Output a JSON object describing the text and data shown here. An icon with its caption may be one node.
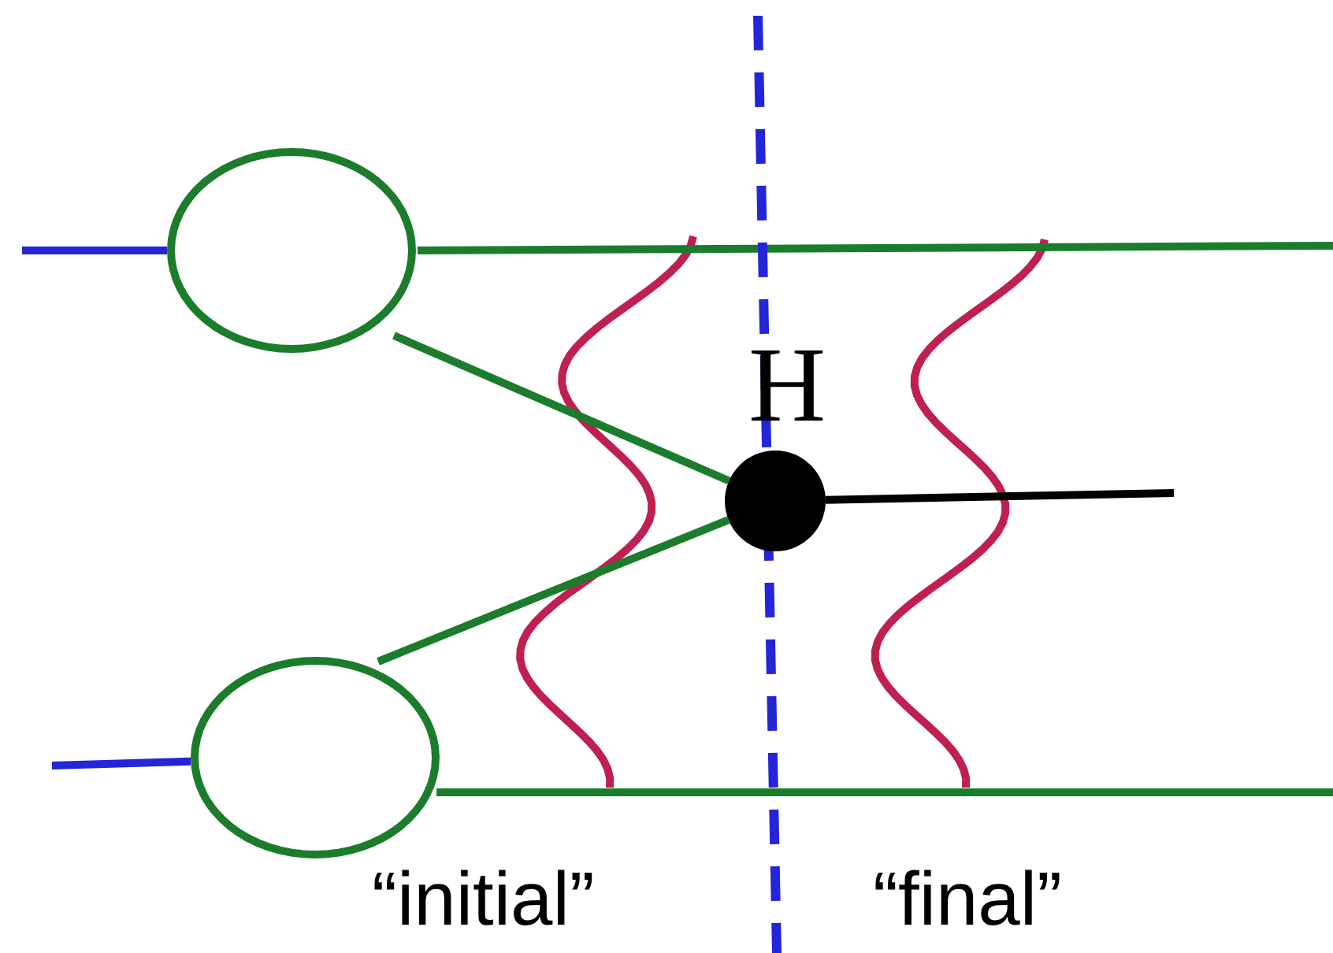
{
  "diagram": {
    "nodes": [
      {
        "text": [],
        "shape": "circle"
      },
      {
        "text": [],
        "shape": "circle"
      },
      {
        "text": [],
        "shape": "circle",
        "beside": [
          "H"
        ]
      }
    ],
    "edges": [
      {
        "from": null,
        "to": 0,
        "arrow": "none",
        "color": "#2424d8"
      },
      {
        "from": 0,
        "to": null,
        "arrow": "none"
      },
      {
        "from": 0,
        "to": 2,
        "arrow": "none"
      },
      {
        "from": null,
        "to": 1,
        "arrow": "none",
        "color": "#2424d8"
      },
      {
        "from": 1,
        "to": null,
        "arrow": "none"
      },
      {
        "from": 1,
        "to": 2,
        "arrow": "none"
      },
      {
        "from": 2,
        "to": null,
        "arrow": "none",
        "color": "#000000"
      }
    ],
    "labels": [
      "“initial”",
      "“final”"
    ]
  }
}
